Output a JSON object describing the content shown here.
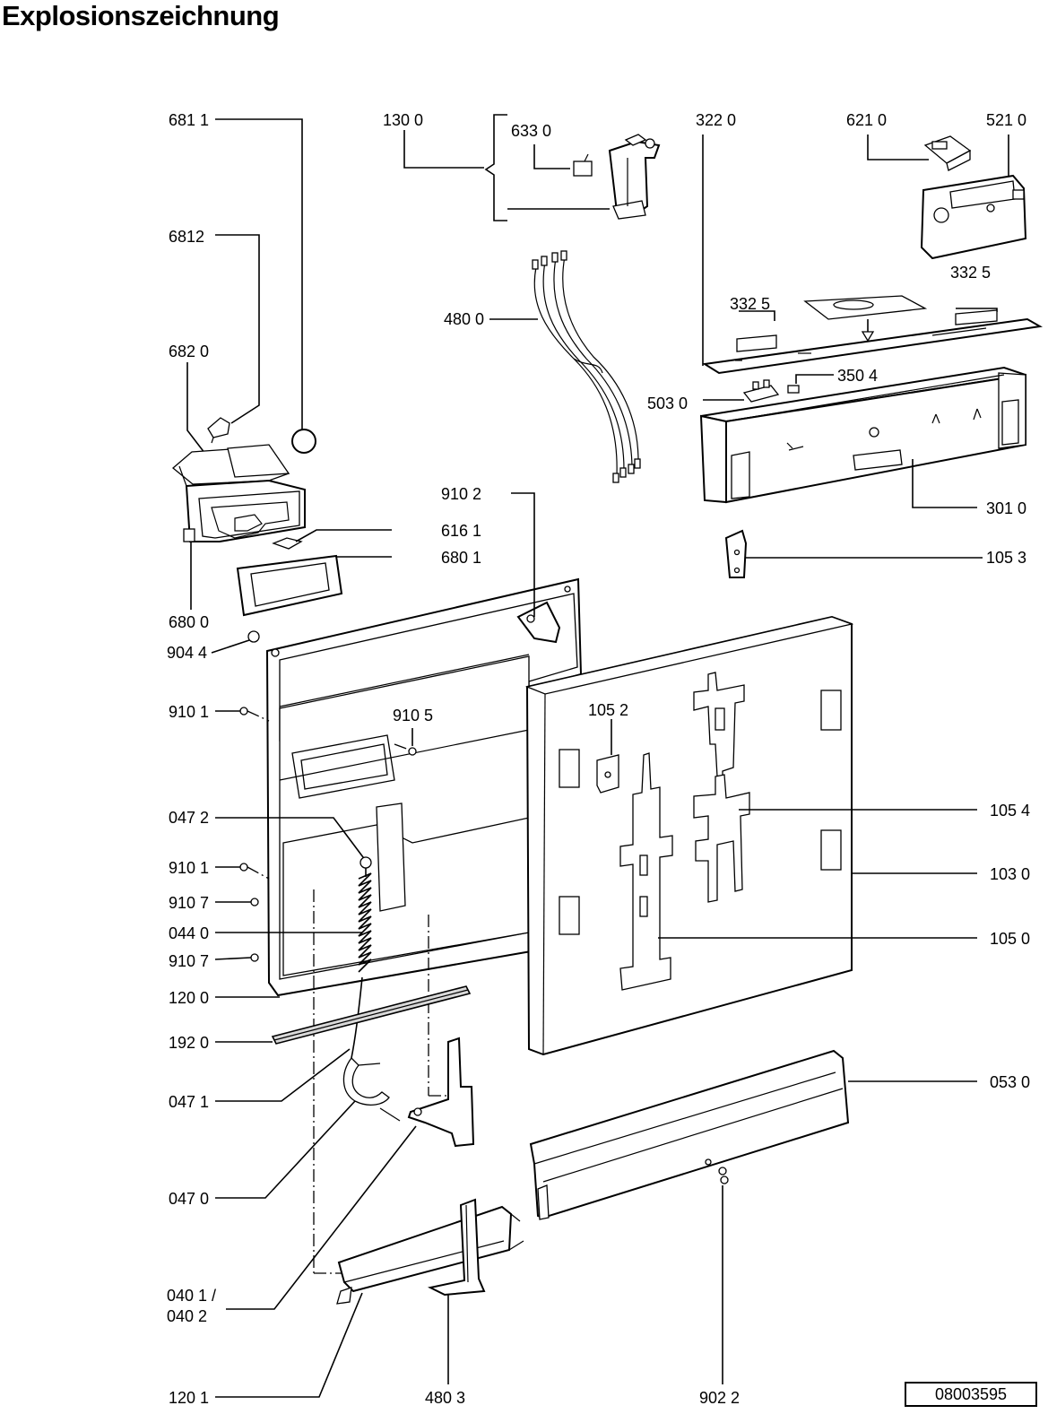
{
  "title": "Explosionszeichnung",
  "document_number": "08003595",
  "labels": {
    "l6811": "681 1",
    "l6812": "6812",
    "l6820": "682 0",
    "l6800": "680 0",
    "l1300": "130 0",
    "l6330": "633 0",
    "l3220": "322  0",
    "l6210": "621 0",
    "l5210": "521 0",
    "l3325a": "332  5",
    "l3325b": "332  5",
    "l4800": "480 0",
    "l3504": "350 4",
    "l5030": "503  0",
    "l3010": "301 0",
    "l1053": "105 3",
    "l9102": "910 2",
    "l6161": "616 1",
    "l6801": "680 1",
    "l9044": "904 4",
    "l9101a": "910 1",
    "l9105": "910 5",
    "l1052": "105 2",
    "l1054": "105 4",
    "l1030": "103 0",
    "l0472": "047 2",
    "l9101b": "910 1",
    "l9107a": "910 7",
    "l0440": "044 0",
    "l9107b": "910 7",
    "l1050": "105 0",
    "l1200": "120 0",
    "l1920": "192 0",
    "l0471": "047 1",
    "l0530": "053 0",
    "l0470": "047 0",
    "l0401": "040 1 /",
    "l0402": "040 2",
    "l1201": "120 1",
    "l4803": "480 3",
    "l9022": "902 2"
  }
}
